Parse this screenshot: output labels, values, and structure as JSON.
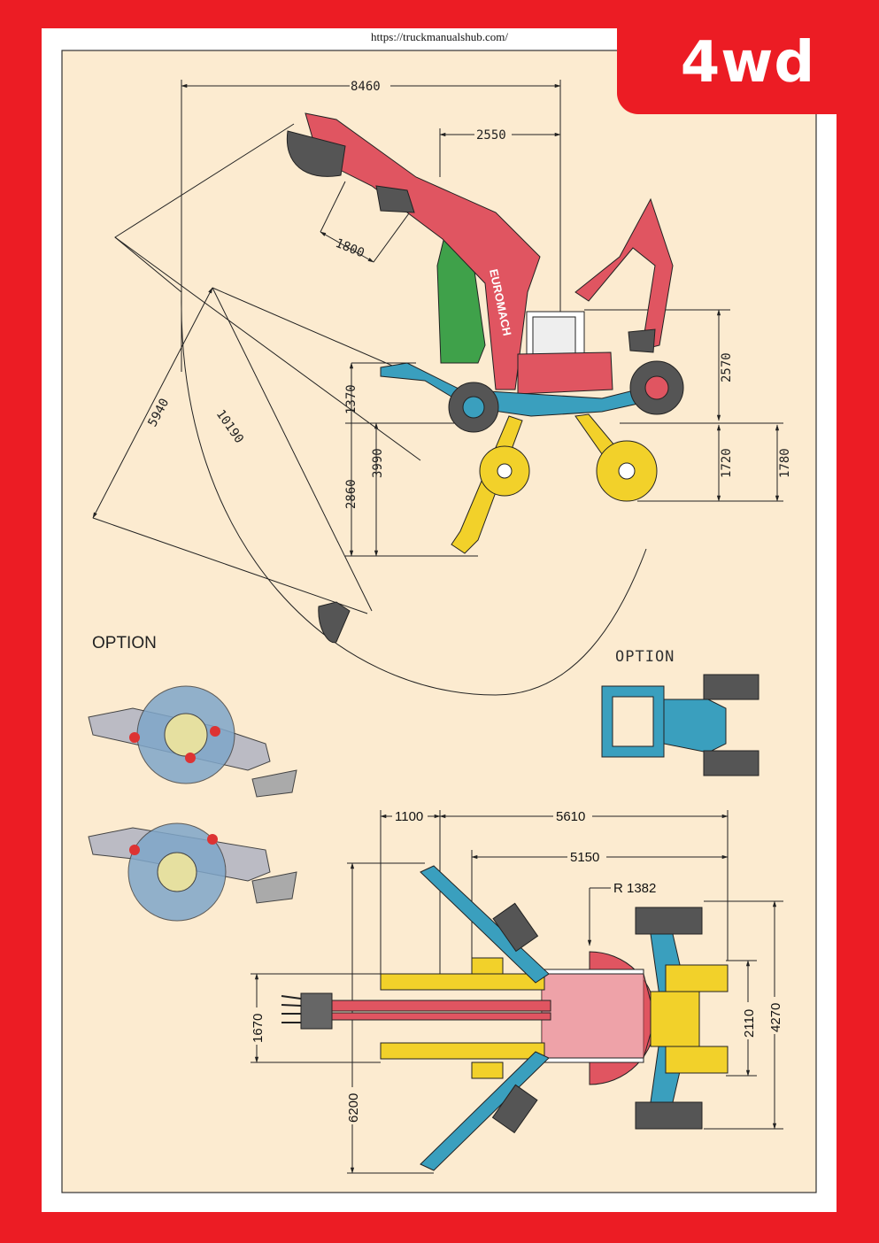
{
  "header": {
    "url": "https://truckmanualshub.com/",
    "badge": "4wd"
  },
  "side_view": {
    "dims": {
      "d8460": "8460",
      "d2550": "2550",
      "d1800": "1800",
      "d5940": "5940",
      "d10190": "10190",
      "d1370": "1370",
      "d3990": "3990",
      "d2860": "2860",
      "d2570": "2570",
      "d1720": "1720",
      "d1780": "1780"
    },
    "brand": "EUROMACH"
  },
  "options": {
    "left_label": "OPTION",
    "right_label": "OPTION"
  },
  "top_view": {
    "dims": {
      "d1100": "1100",
      "d5610": "5610",
      "d5150": "5150",
      "radius": "R 1382",
      "d1670": "1670",
      "d6200": "6200",
      "d2110": "2110",
      "d4270": "4270"
    }
  },
  "colors": {
    "page_bg": "#ec1c24",
    "drawing_bg": "#fcebd0",
    "boom_red": "#e05561",
    "arm_green": "#3fa14a",
    "leg_blue": "#3a9fbe",
    "leg_yellow": "#f2d12a"
  }
}
